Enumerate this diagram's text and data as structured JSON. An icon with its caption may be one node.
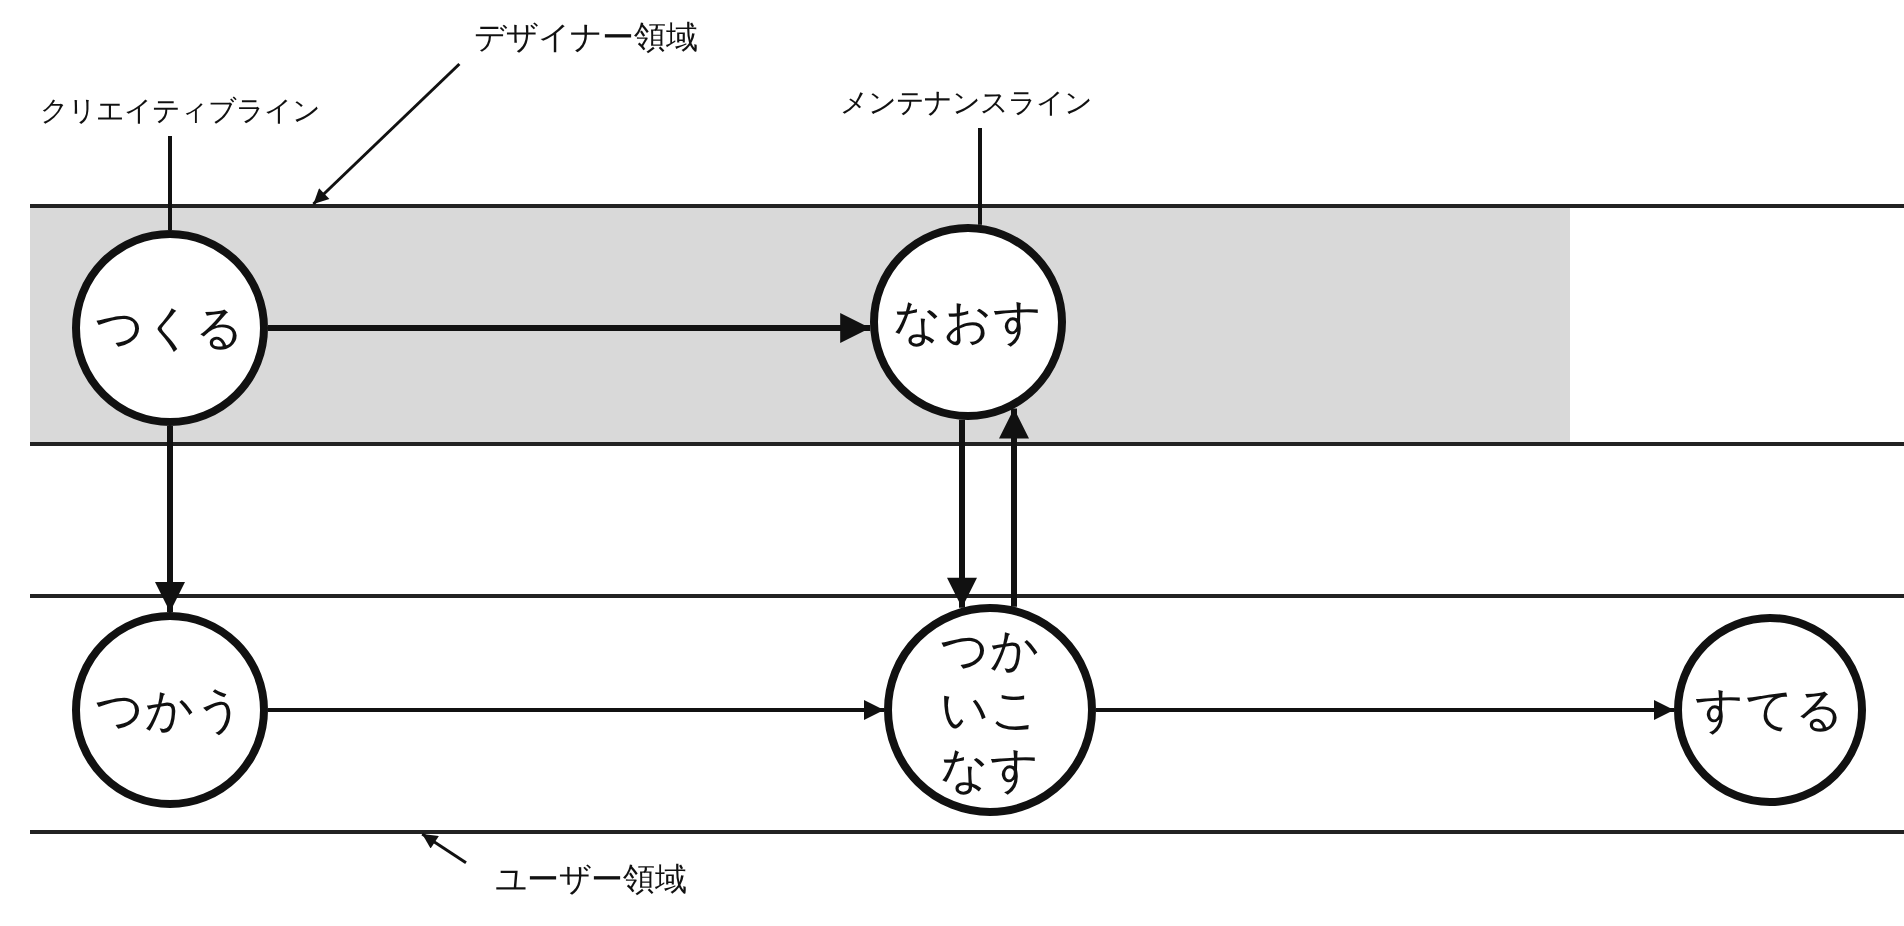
{
  "diagram": {
    "nodes": [
      {
        "text": [
          "クリエイティブライン"
        ]
      },
      {
        "text": [
          "デザイナー領域"
        ]
      },
      {
        "text": [
          "メンテナンスライン"
        ]
      },
      {
        "text": [],
        "shape": "bar"
      },
      {
        "text": [
          "つくる"
        ],
        "in": 3
      },
      {
        "text": [
          "なおす"
        ],
        "in": 3
      },
      {
        "text": [],
        "shape": "bar"
      },
      {
        "text": [
          "つかう"
        ],
        "in": 6
      },
      {
        "text": [
          "つかいこなす"
        ],
        "in": 6
      },
      {
        "text": [
          "すてる"
        ],
        "in": 6
      },
      {
        "text": [
          "ユーザー領域"
        ]
      }
    ],
    "edges": [
      {
        "from": 4,
        "to": 5,
        "arrow": "to"
      },
      {
        "from": 4,
        "to": 7,
        "arrow": "to"
      },
      {
        "from": 5,
        "to": 8,
        "arrow": "to"
      },
      {
        "from": 8,
        "to": 5,
        "arrow": "to"
      },
      {
        "from": 7,
        "to": 8,
        "arrow": "to"
      },
      {
        "from": 8,
        "to": 9,
        "arrow": "to"
      },
      {
        "from": 0,
        "to": 4,
        "arrow": "none"
      },
      {
        "from": 2,
        "to": 5,
        "arrow": "none"
      },
      {
        "from": 1,
        "to": 3,
        "arrow": "to"
      },
      {
        "from": 10,
        "to": 6,
        "arrow": "to"
      }
    ]
  }
}
